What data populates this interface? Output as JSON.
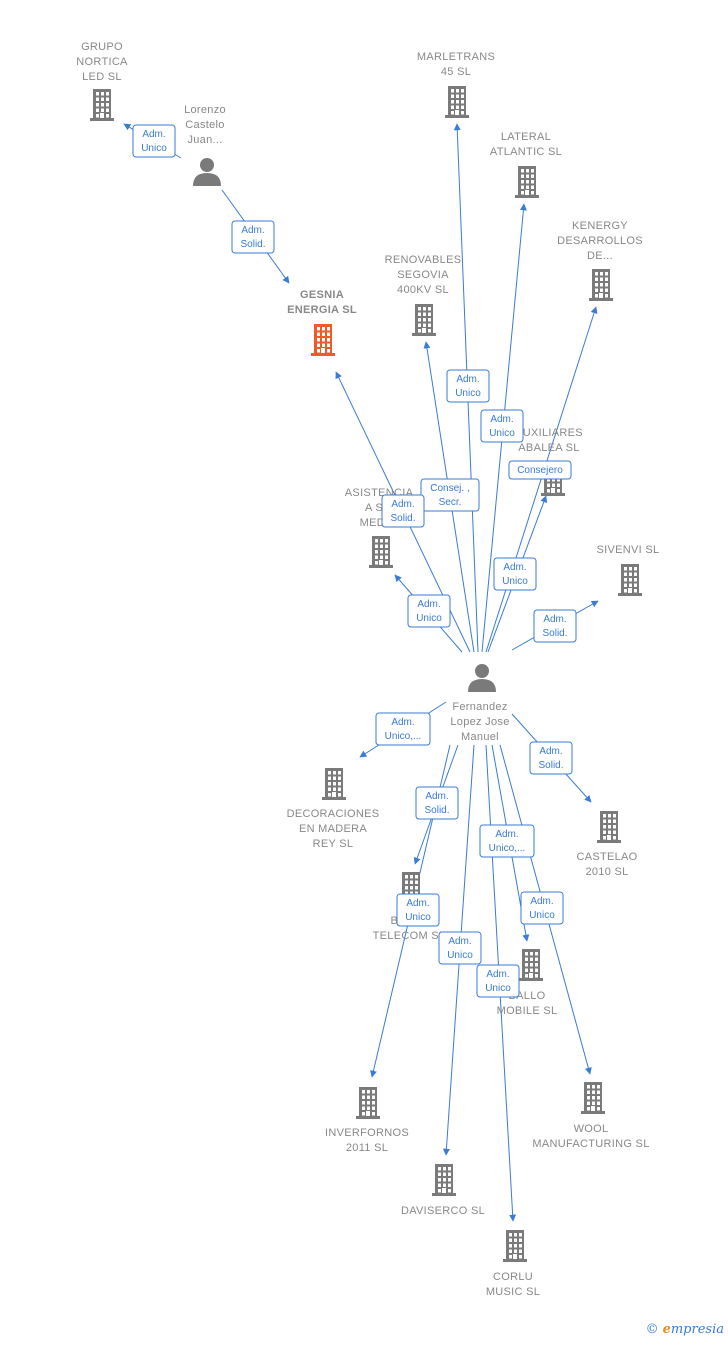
{
  "colors": {
    "edge": "#3a7bd5",
    "building": "#7a7a7a",
    "focus_building": "#f05a28",
    "person": "#7a7a7a",
    "label": "#888888"
  },
  "nodes": [
    {
      "id": "grupo_nortica",
      "type": "company",
      "label": [
        "GRUPO",
        "NORTICA",
        "LED  SL"
      ]
    },
    {
      "id": "lorenzo",
      "type": "person",
      "label": [
        "Lorenzo",
        "Castelo",
        "Juan..."
      ]
    },
    {
      "id": "gesnia",
      "type": "company",
      "focus": true,
      "label": [
        "GESNIA",
        "ENERGIA  SL"
      ]
    },
    {
      "id": "marletrans",
      "type": "company",
      "label": [
        "MARLETRANS",
        "45 SL"
      ]
    },
    {
      "id": "lateral",
      "type": "company",
      "label": [
        "LATERAL",
        "ATLANTIC SL"
      ]
    },
    {
      "id": "kenergy",
      "type": "company",
      "label": [
        "KENERGY",
        "DESARROLLOS",
        "DE..."
      ]
    },
    {
      "id": "renovables",
      "type": "company",
      "label": [
        "RENOVABLES",
        "SEGOVIA",
        "400KV  SL"
      ]
    },
    {
      "id": "auxiliares",
      "type": "company",
      "label": [
        "AUXILIARES",
        "ABALEA SL"
      ]
    },
    {
      "id": "asistencia",
      "type": "company",
      "label": [
        "ASISTENCIA",
        "A S...",
        "MEDI..."
      ]
    },
    {
      "id": "sivenvi",
      "type": "company",
      "label": [
        "SIVENVI SL"
      ]
    },
    {
      "id": "fernandez",
      "type": "person",
      "label": [
        "Fernandez",
        "Lopez Jose",
        "Manuel"
      ]
    },
    {
      "id": "decoraciones",
      "type": "company",
      "label": [
        "DECORACIONES",
        "EN MADERA",
        "REY SL"
      ]
    },
    {
      "id": "castelao",
      "type": "company",
      "label": [
        "CASTELAO",
        "2010 SL"
      ]
    },
    {
      "id": "ballo_telecom",
      "type": "company",
      "label": [
        "BALLO",
        "TELECOM  SL"
      ]
    },
    {
      "id": "ballo_mobile",
      "type": "company",
      "label": [
        "BALLO",
        "MOBILE  SL"
      ]
    },
    {
      "id": "inverfornos",
      "type": "company",
      "label": [
        "INVERFORNOS",
        "2011 SL"
      ]
    },
    {
      "id": "wool",
      "type": "company",
      "label": [
        "WOOL",
        "MANUFACTURING SL"
      ]
    },
    {
      "id": "daviserco",
      "type": "company",
      "label": [
        "DAVISERCO SL"
      ]
    },
    {
      "id": "corlu",
      "type": "company",
      "label": [
        "CORLU",
        "MUSIC  SL"
      ]
    }
  ],
  "edges": [
    {
      "from": "lorenzo",
      "to": "grupo_nortica",
      "label": [
        "Adm.",
        "Unico"
      ]
    },
    {
      "from": "lorenzo",
      "to": "gesnia",
      "label": [
        "Adm.",
        "Solid."
      ]
    },
    {
      "from": "fernandez",
      "to": "marletrans",
      "label": [
        "Adm.",
        "Unico"
      ]
    },
    {
      "from": "fernandez",
      "to": "lateral",
      "label": [
        "Adm.",
        "Unico"
      ]
    },
    {
      "from": "fernandez",
      "to": "kenergy",
      "label": [
        "Consejero"
      ]
    },
    {
      "from": "fernandez",
      "to": "renovables",
      "label": [
        "Consej. ,",
        "Secr."
      ]
    },
    {
      "from": "fernandez",
      "to": "gesnia",
      "label": [
        "Adm.",
        "Solid."
      ]
    },
    {
      "from": "fernandez",
      "to": "auxiliares",
      "label": [
        "Adm.",
        "Unico"
      ]
    },
    {
      "from": "fernandez",
      "to": "asistencia",
      "label": [
        "Adm.",
        "Unico"
      ]
    },
    {
      "from": "fernandez",
      "to": "sivenvi",
      "label": [
        "Adm.",
        "Solid."
      ]
    },
    {
      "from": "fernandez",
      "to": "decoraciones",
      "label": [
        "Adm.",
        "Unico,..."
      ]
    },
    {
      "from": "fernandez",
      "to": "castelao",
      "label": [
        "Adm.",
        "Solid."
      ]
    },
    {
      "from": "fernandez",
      "to": "ballo_telecom",
      "label": [
        "Adm.",
        "Solid."
      ]
    },
    {
      "from": "fernandez",
      "to": "ballo_mobile",
      "label": [
        "Adm.",
        "Unico,..."
      ]
    },
    {
      "from": "fernandez",
      "to": "inverfornos",
      "label": [
        "Adm.",
        "Unico"
      ]
    },
    {
      "from": "fernandez",
      "to": "wool",
      "label": [
        "Adm.",
        "Unico"
      ]
    },
    {
      "from": "fernandez",
      "to": "daviserco",
      "label": [
        "Adm.",
        "Unico"
      ]
    },
    {
      "from": "fernandez",
      "to": "corlu",
      "label": [
        "Adm.",
        "Unico"
      ]
    }
  ],
  "brand": {
    "copyright": "©",
    "e": "e",
    "rest": "mpresia"
  }
}
